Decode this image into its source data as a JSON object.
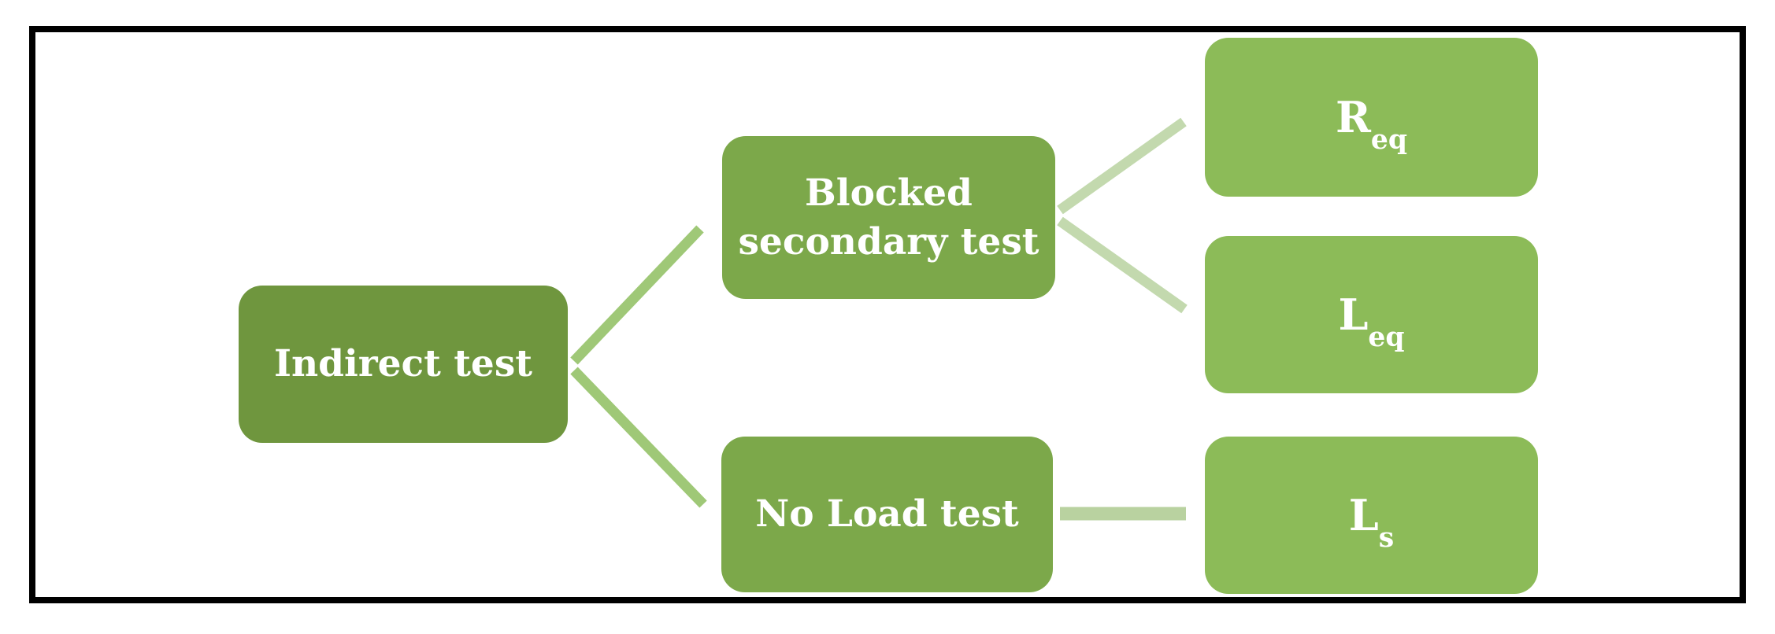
{
  "figure": {
    "background_color": "#FFFFFF",
    "frame_color": "#000000",
    "nodes": {
      "root": {
        "label": "Indirect test",
        "fill": "#6F963E",
        "text_color": "#FFFFFF"
      },
      "blocked_secondary": {
        "lines": [
          "Blocked",
          "secondary test"
        ],
        "fill": "#7CA84A",
        "text_color": "#FFFFFF"
      },
      "no_load": {
        "label": "No Load test",
        "fill": "#7CA84A",
        "text_color": "#FFFFFF"
      },
      "r_eq": {
        "base": "R",
        "sub": "eq",
        "fill": "#8CBB58",
        "text_color": "#FFFFFF"
      },
      "l_eq": {
        "base": "L",
        "sub": "eq",
        "fill": "#8CBB58",
        "text_color": "#FFFFFF"
      },
      "l_s": {
        "base": "L",
        "sub": "s",
        "fill": "#8CBB58",
        "text_color": "#FFFFFF"
      }
    },
    "connectors": {
      "root_branch": {
        "color": "#9FC877"
      },
      "blocked_branch": {
        "color": "#C3D9AE"
      },
      "no_load_branch": {
        "color": "#B9D2A0"
      }
    }
  }
}
